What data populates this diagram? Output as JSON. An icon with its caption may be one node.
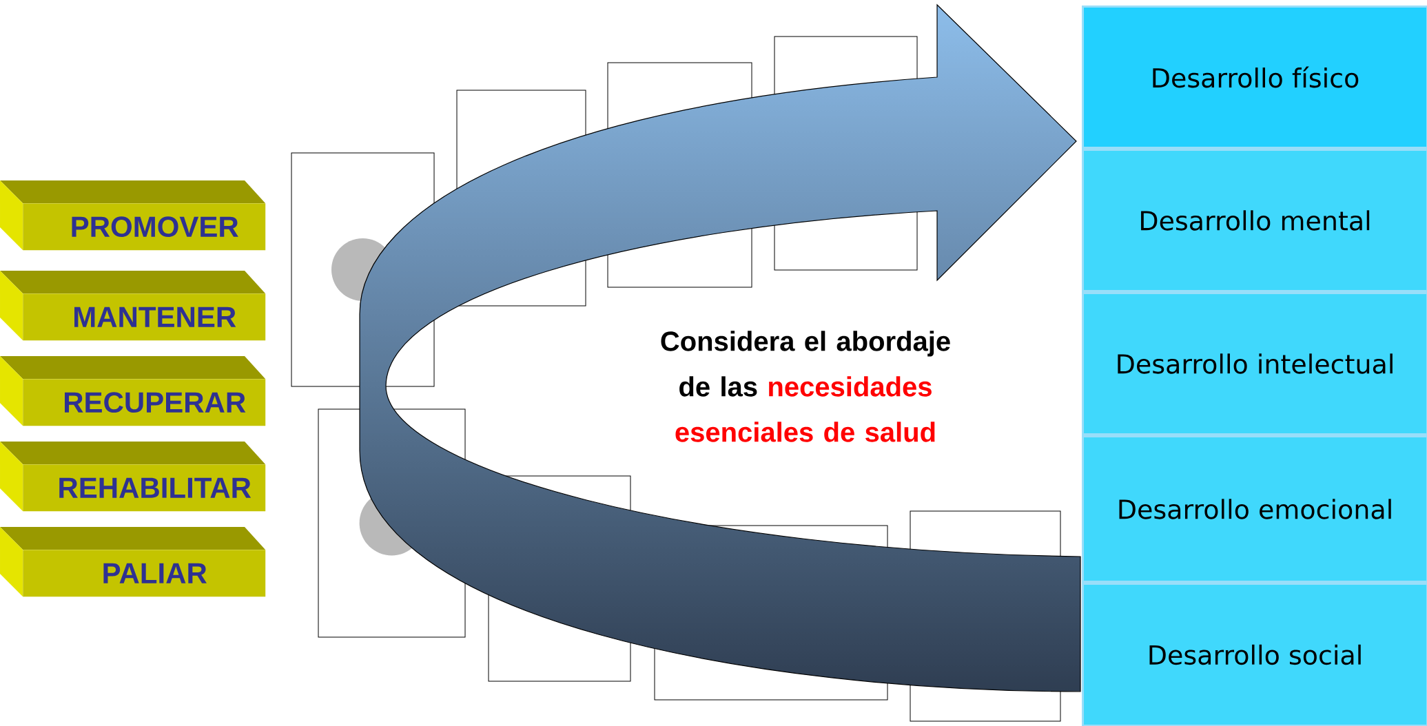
{
  "diagram": {
    "nodes": [
      {
        "text": [
          "PROMOVER"
        ]
      },
      {
        "text": [
          "MANTENER"
        ]
      },
      {
        "text": [
          "RECUPERAR"
        ]
      },
      {
        "text": [
          "REHABILITAR"
        ]
      },
      {
        "text": [
          "PALIAR"
        ]
      },
      {
        "text": [
          "Desarrollo físico"
        ]
      },
      {
        "text": [
          "Desarrollo mental"
        ]
      },
      {
        "text": [
          "Desarrollo intelectual"
        ]
      },
      {
        "text": [
          "Desarrollo emocional"
        ]
      },
      {
        "text": [
          "Desarrollo social"
        ]
      }
    ],
    "edges": [],
    "labels": [
      "Considera el abordaje",
      "de las",
      "necesidades esenciales de salud"
    ]
  }
}
